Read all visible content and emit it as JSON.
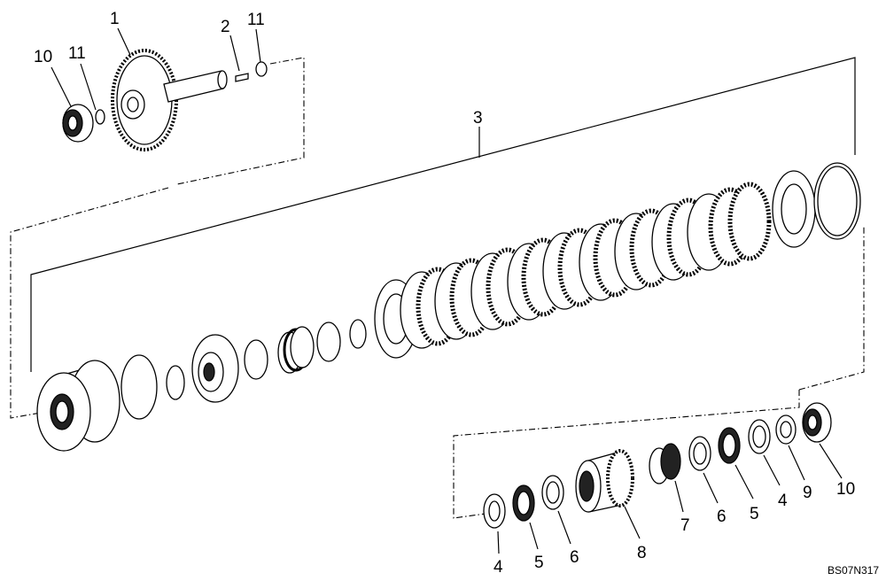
{
  "figure_code": "BS07N317",
  "callouts": {
    "c1": "1",
    "c2": "2",
    "c11a": "11",
    "c10a": "10",
    "c11b": "11",
    "c3": "3",
    "c4a": "4",
    "c5a": "5",
    "c6a": "6",
    "c8": "8",
    "c7": "7",
    "c6b": "6",
    "c5b": "5",
    "c4b": "4",
    "c9": "9",
    "c10b": "10"
  }
}
